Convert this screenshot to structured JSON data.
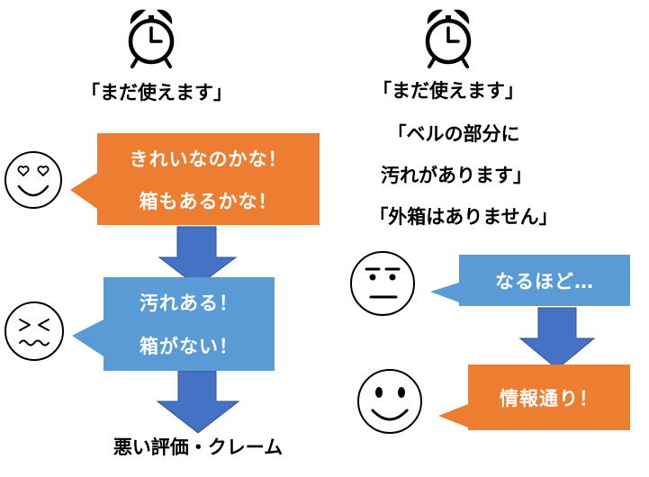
{
  "left": {
    "quote": "「まだ使えます」",
    "callout_1": {
      "line_1": "きれいなのかな！",
      "line_2": "箱もあるかな！"
    },
    "callout_2": {
      "line_1": "汚れある！",
      "line_2": "箱がない！"
    },
    "result": "悪い評価・クレーム"
  },
  "right": {
    "quote_lines": [
      "「まだ使えます」",
      "「ベルの部分に",
      "汚れがあります」",
      "「外箱はありません」"
    ],
    "callout_1": "なるほど…",
    "callout_2": "情報通り！"
  },
  "icons": {
    "clock": "alarm-clock-icon",
    "face_happy_hearts": "heart-eyes-face-icon",
    "face_frustrated": "confounded-face-icon",
    "face_neutral": "neutral-face-icon",
    "face_smile": "smiling-face-icon"
  },
  "colors": {
    "orange": "#ED7D31",
    "blue": "#5B9BD5",
    "arrow": "#4472C4",
    "arrow_border": "#2F528F",
    "box_text": "#FFFFFF"
  }
}
